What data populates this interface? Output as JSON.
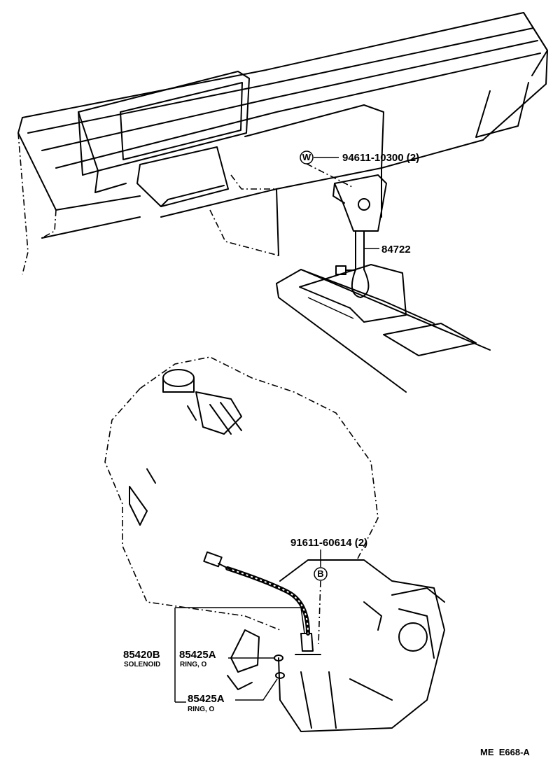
{
  "callouts": {
    "bolt_w": {
      "symbol": "W",
      "part_no": "94611-10300 (2)"
    },
    "switch": {
      "part_no": "84722"
    },
    "bolt_b": {
      "symbol": "B",
      "part_no": "91611-60614 (2)"
    },
    "solenoid": {
      "part_no": "85420B",
      "name": "SOLENOID"
    },
    "ring_upper": {
      "part_no": "85425A",
      "name": "RING, O"
    },
    "ring_lower": {
      "part_no": "85425A",
      "name": "RING, O"
    }
  },
  "figure_ref": "ME  E668-A"
}
